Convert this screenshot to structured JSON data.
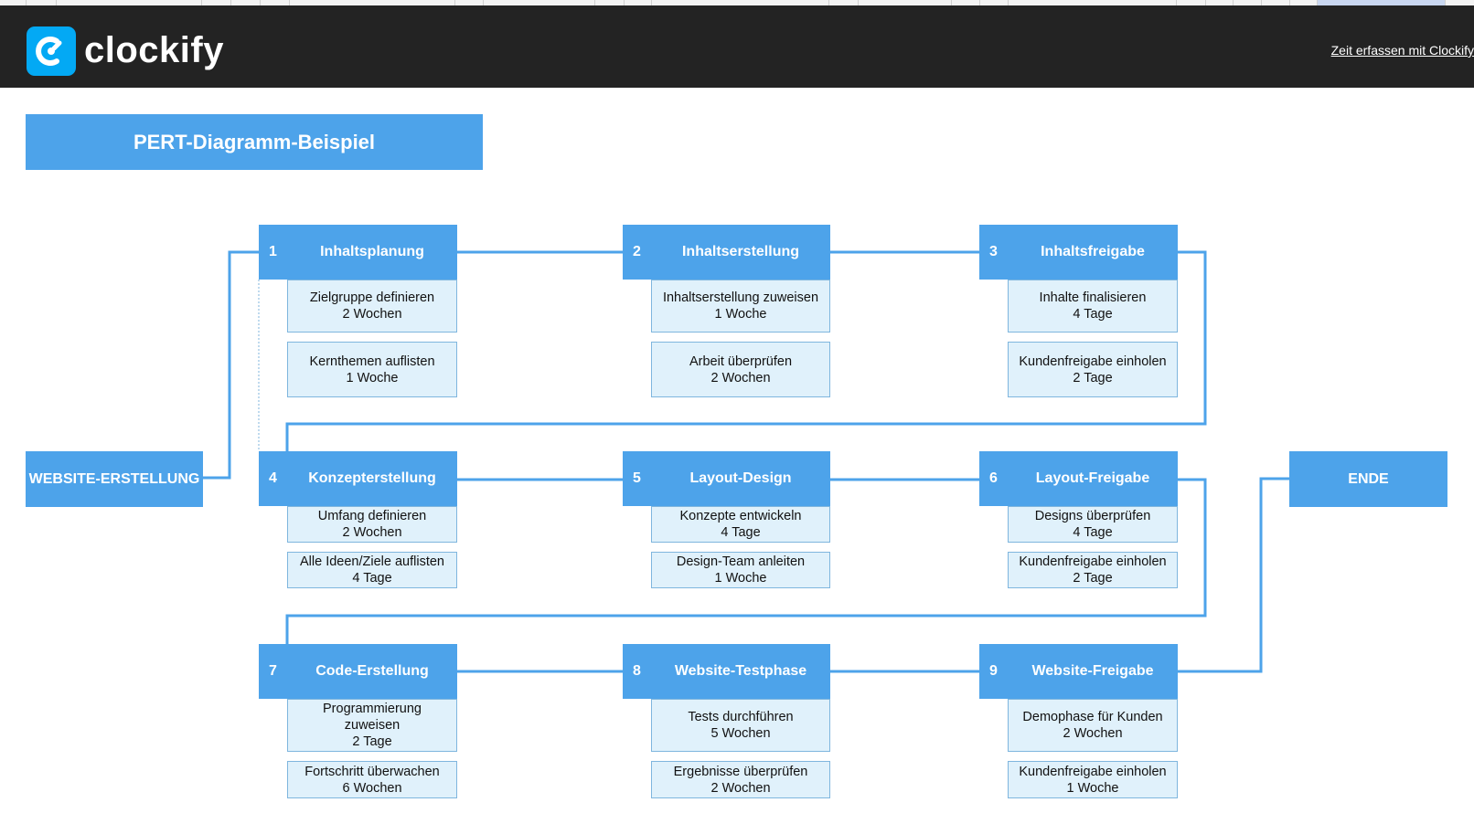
{
  "brand": {
    "name": "clockify",
    "logo_icon": "clockify-logo-icon",
    "accent": "#03a9f4"
  },
  "header": {
    "link_label": "Zeit erfassen mit Clockify"
  },
  "title": "PERT-Diagramm-Beispiel",
  "start_label": "WEBSITE-ERSTELLUNG",
  "end_label": "ENDE",
  "colors": {
    "node_blue": "#4da3ea",
    "task_fill": "#e0f1fb",
    "header_bg": "#232323"
  },
  "nodes": [
    {
      "num": "1",
      "title": "Inhaltsplanung",
      "tasks": [
        {
          "name": "Zielgruppe definieren",
          "duration": "2 Wochen"
        },
        {
          "name": "Kernthemen auflisten",
          "duration": "1 Woche"
        }
      ]
    },
    {
      "num": "2",
      "title": "Inhaltserstellung",
      "tasks": [
        {
          "name": "Inhaltserstellung zuweisen",
          "duration": "1 Woche"
        },
        {
          "name": "Arbeit überprüfen",
          "duration": "2 Wochen"
        }
      ]
    },
    {
      "num": "3",
      "title": "Inhaltsfreigabe",
      "tasks": [
        {
          "name": "Inhalte finalisieren",
          "duration": "4 Tage"
        },
        {
          "name": "Kundenfreigabe einholen",
          "duration": "2 Tage"
        }
      ]
    },
    {
      "num": "4",
      "title": "Konzepterstellung",
      "tasks": [
        {
          "name": "Umfang definieren",
          "duration": "2 Wochen"
        },
        {
          "name": "Alle Ideen/Ziele auflisten",
          "duration": "4 Tage"
        }
      ]
    },
    {
      "num": "5",
      "title": "Layout-Design",
      "tasks": [
        {
          "name": "Konzepte entwickeln",
          "duration": "4 Tage"
        },
        {
          "name": "Design-Team anleiten",
          "duration": "1 Woche"
        }
      ]
    },
    {
      "num": "6",
      "title": "Layout-Freigabe",
      "tasks": [
        {
          "name": "Designs überprüfen",
          "duration": "4 Tage"
        },
        {
          "name": "Kundenfreigabe einholen",
          "duration": "2 Tage"
        }
      ]
    },
    {
      "num": "7",
      "title": "Code-Erstellung",
      "tasks": [
        {
          "name": "Programmierung zuweisen",
          "duration": "2 Tage"
        },
        {
          "name": "Fortschritt überwachen",
          "duration": "6 Wochen"
        }
      ]
    },
    {
      "num": "8",
      "title": "Website-Testphase",
      "tasks": [
        {
          "name": "Tests durchführen",
          "duration": "5 Wochen"
        },
        {
          "name": "Ergebnisse überprüfen",
          "duration": "2 Wochen"
        }
      ]
    },
    {
      "num": "9",
      "title": "Website-Freigabe",
      "tasks": [
        {
          "name": "Demophase für Kunden",
          "duration": "2 Wochen"
        },
        {
          "name": "Kundenfreigabe einholen",
          "duration": "1 Woche"
        }
      ]
    }
  ]
}
